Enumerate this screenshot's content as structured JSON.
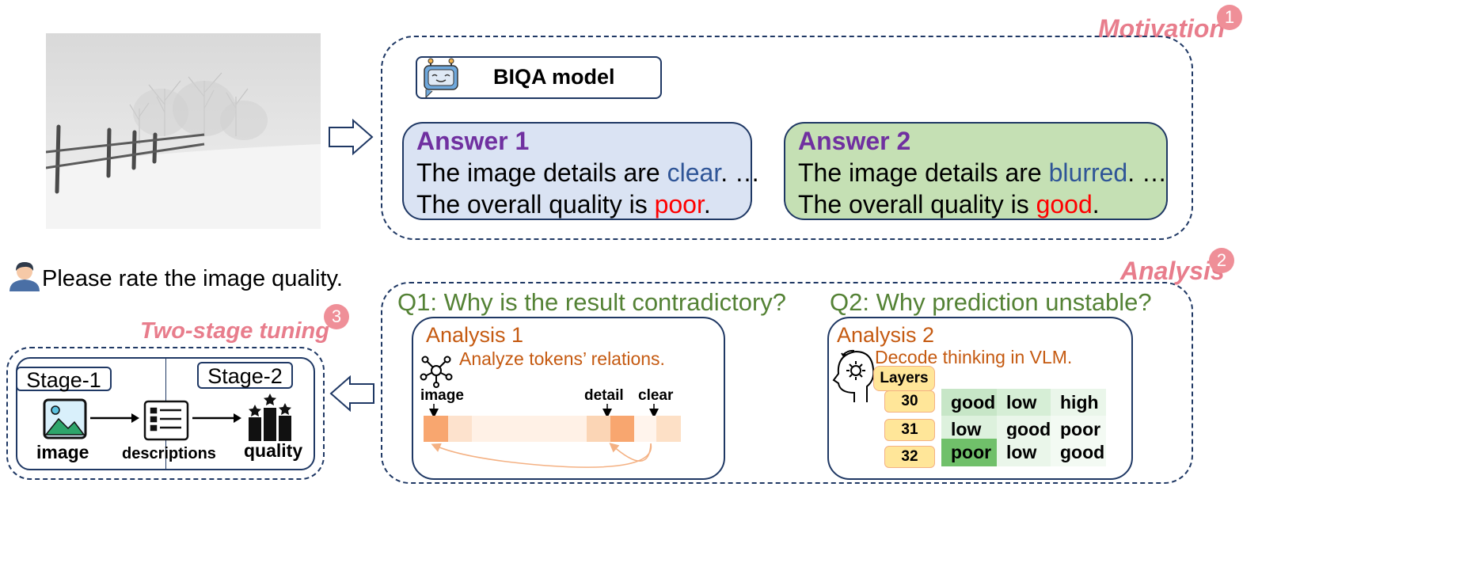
{
  "motivation": {
    "title": "Motivation",
    "number": "1",
    "model_label": "BIQA model",
    "answer1": {
      "title": "Answer 1",
      "line1_prefix": "The image details are ",
      "line1_highlight": "clear",
      "line1_suffix": ". …",
      "line2_prefix": "The overall quality is ",
      "line2_highlight": "poor",
      "line2_suffix": "."
    },
    "answer2": {
      "title": "Answer 2",
      "line1_prefix": "The image details are ",
      "line1_highlight": "blurred",
      "line1_suffix": ". …",
      "line2_prefix": "The overall quality is ",
      "line2_highlight": "good",
      "line2_suffix": "."
    }
  },
  "prompt": {
    "text": "Please rate the image quality."
  },
  "analysis": {
    "title": "Analysis",
    "number": "2",
    "q1": "Q1: Why is the result contradictory?",
    "q2": "Q2: Why prediction unstable?",
    "analysis1": {
      "title": "Analysis 1",
      "subtitle": "Analyze tokens’ relations.",
      "token_labels": [
        "image",
        "detail",
        "clear"
      ]
    },
    "analysis2": {
      "title": "Analysis 2",
      "subtitle": "Decode thinking in VLM.",
      "layers_label": "Layers",
      "layers": [
        "30",
        "31",
        "32"
      ],
      "grid": [
        [
          "good",
          "low",
          "high"
        ],
        [
          "low",
          "good",
          "poor"
        ],
        [
          "poor",
          "low",
          "good"
        ]
      ]
    }
  },
  "tuning": {
    "title": "Two-stage tuning",
    "number": "3",
    "stage1": "Stage-1",
    "stage2": "Stage-2",
    "labels": [
      "image",
      "descriptions",
      "quality"
    ]
  },
  "colors": {
    "accent_pink": "#e87d8c",
    "navy": "#1f3864",
    "purple": "#7030a0",
    "green_text": "#548235",
    "orange_text": "#c55a11"
  }
}
